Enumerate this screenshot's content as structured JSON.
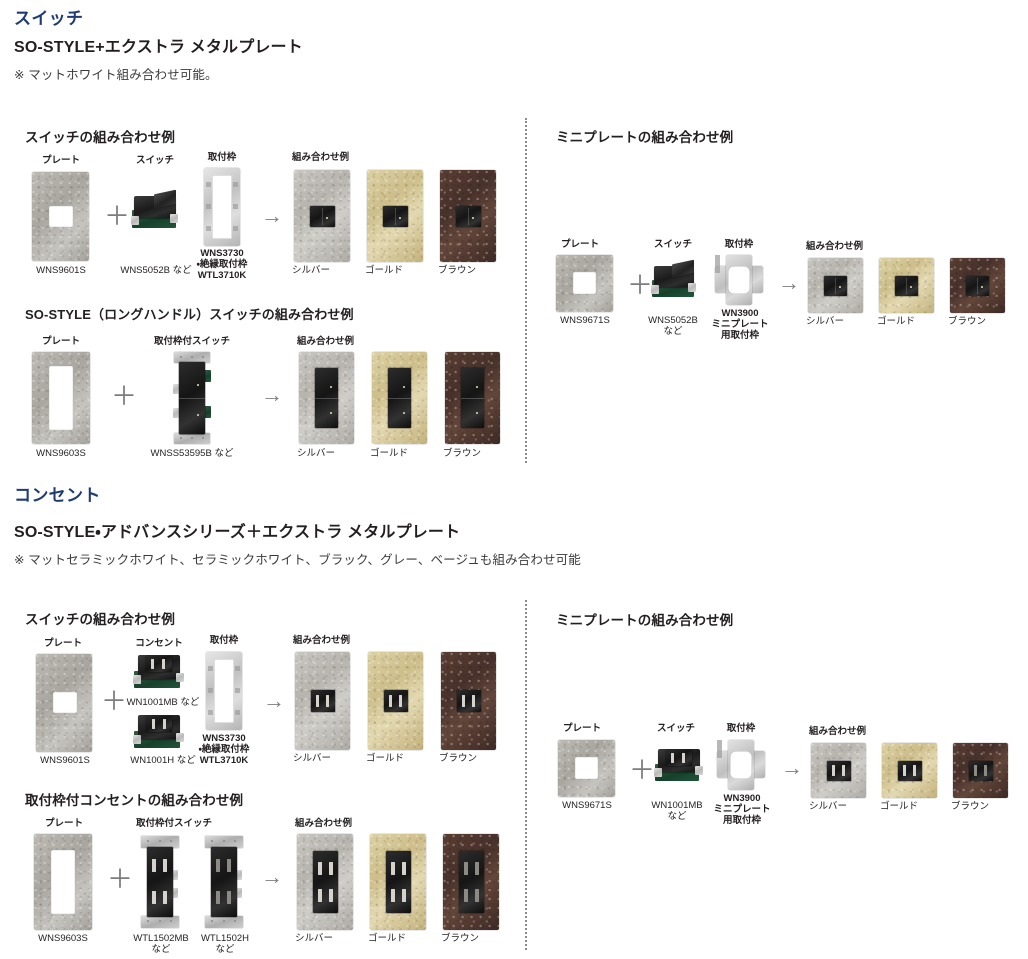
{
  "sections": [
    {
      "id": "switch",
      "title": "スイッチ",
      "subtitle": "SO-STYLE+エクストラ メタルプレート",
      "note": "※ マットホワイト組み合わせ可能。",
      "left_blocks": [
        {
          "id": "switch-combo",
          "title": "スイッチの組み合わせ例",
          "captions": {
            "plate": "プレート",
            "device": "スイッチ",
            "frame": "取付枠",
            "result": "組み合わせ例"
          },
          "plate_code": "WNS9601S",
          "device_code": "WNS5052B など",
          "frame_code_1": "WNS3730",
          "frame_code_2": "・絶縁取付枠",
          "frame_code_3": "WTL3710K",
          "results": [
            "シルバー",
            "ゴールド",
            "ブラウン"
          ]
        },
        {
          "id": "long-handle-combo",
          "title": "SO-STYLE（ロングハンドル）スイッチの組み合わせ例",
          "captions": {
            "plate": "プレート",
            "device": "取付枠付スイッチ",
            "result": "組み合わせ例"
          },
          "plate_code": "WNS9603S",
          "device_code": "WNSS53595B など",
          "results": [
            "シルバー",
            "ゴールド",
            "ブラウン"
          ]
        }
      ],
      "right_block": {
        "id": "switch-miniplate",
        "title": "ミニプレートの組み合わせ例",
        "captions": {
          "plate": "プレート",
          "device": "スイッチ",
          "frame": "取付枠",
          "result": "組み合わせ例"
        },
        "plate_code": "WNS9671S",
        "device_code_1": "WNS5052B",
        "device_code_2": "など",
        "frame_code_1": "WN3900",
        "frame_code_2": "ミニプレート",
        "frame_code_3": "用取付枠",
        "results": [
          "シルバー",
          "ゴールド",
          "ブラウン"
        ]
      }
    },
    {
      "id": "outlet",
      "title": "コンセント",
      "subtitle": "SO-STYLE・アドバンスシリーズ＋エクストラ メタルプレート",
      "note": "※ マットセラミックホワイト、セラミックホワイト、ブラック、グレー、ベージュも組み合わせ可能",
      "left_blocks": [
        {
          "id": "outlet-combo",
          "title": "スイッチの組み合わせ例",
          "captions": {
            "plate": "プレート",
            "device": "コンセント",
            "frame": "取付枠",
            "result": "組み合わせ例"
          },
          "plate_code": "WNS9601S",
          "device_code_1": "WN1001MB など",
          "device_code_2": "WN1001H など",
          "frame_code_1": "WNS3730",
          "frame_code_2": "・絶縁取付枠",
          "frame_code_3": "WTL3710K",
          "results": [
            "シルバー",
            "ゴールド",
            "ブラウン"
          ]
        },
        {
          "id": "framed-outlet-combo",
          "title": "取付枠付コンセントの組み合わせ例",
          "captions": {
            "plate": "プレート",
            "device": "取付枠付スイッチ",
            "result": "組み合わせ例"
          },
          "plate_code": "WNS9603S",
          "device_code_1a": "WTL1502MB",
          "device_code_1b": "など",
          "device_code_2a": "WTL1502H",
          "device_code_2b": "など",
          "results": [
            "シルバー",
            "ゴールド",
            "ブラウン"
          ]
        }
      ],
      "right_block": {
        "id": "outlet-miniplate",
        "title": "ミニプレートの組み合わせ例",
        "captions": {
          "plate": "プレート",
          "device": "スイッチ",
          "frame": "取付枠",
          "result": "組み合わせ例"
        },
        "plate_code": "WNS9671S",
        "device_code_1": "WN1001MB",
        "device_code_2": "など",
        "frame_code_1": "WN3900",
        "frame_code_2": "ミニプレート",
        "frame_code_3": "用取付枠",
        "results": [
          "シルバー",
          "ゴールド",
          "ブラウン"
        ]
      }
    }
  ],
  "symbols": {
    "plus": "＋",
    "arrow": "→"
  },
  "colors": {
    "section_heading": "#1f3b73",
    "body_text": "#231f20",
    "silver": "#bdbab4",
    "gold": "#cdbe8a",
    "brown": "#4b342c"
  }
}
